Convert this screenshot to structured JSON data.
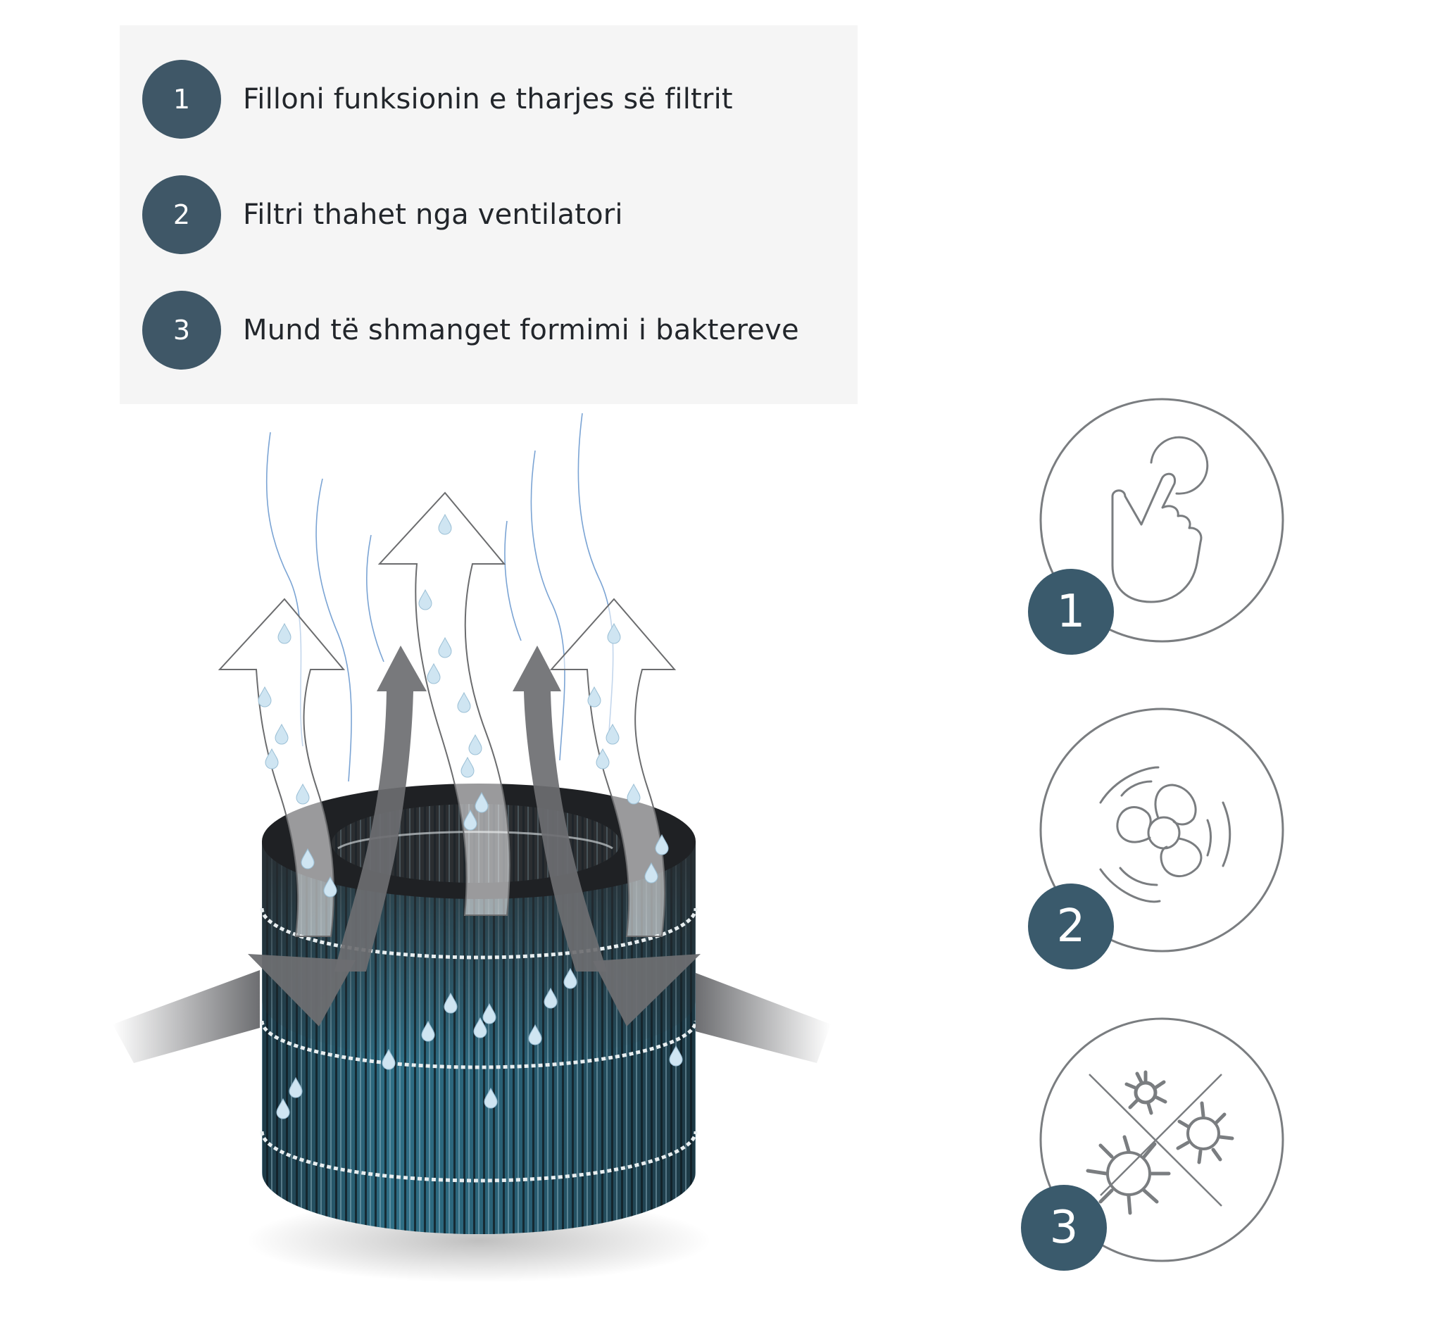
{
  "panel": {
    "background": "#f5f5f5",
    "steps": [
      {
        "number": "1",
        "text": "Filloni funksionin e tharjes së filtrit"
      },
      {
        "number": "2",
        "text": "Filtri thahet nga ventilatori"
      },
      {
        "number": "3",
        "text": "Mund të shmanget formimi i baktereve"
      }
    ]
  },
  "illustration": {
    "subject": "humidifier-filter-drying",
    "elements": [
      "filter-cylinder",
      "hollow-up-arrows",
      "solid-gray-up-arrows",
      "side-inflow-arrows",
      "water-droplets",
      "blue-air-waves"
    ]
  },
  "icons": [
    {
      "number": "1",
      "icon": "hand-tap-icon"
    },
    {
      "number": "2",
      "icon": "fan-icon"
    },
    {
      "number": "3",
      "icon": "no-bacteria-icon"
    }
  ],
  "colors": {
    "badge": "#3f5767",
    "icon_badge": "#3a5a6c",
    "icon_stroke": "#7a7d80",
    "text": "#22262b",
    "filter_blue": "#2f6f86",
    "arrow_gray": "#6d6e71"
  }
}
